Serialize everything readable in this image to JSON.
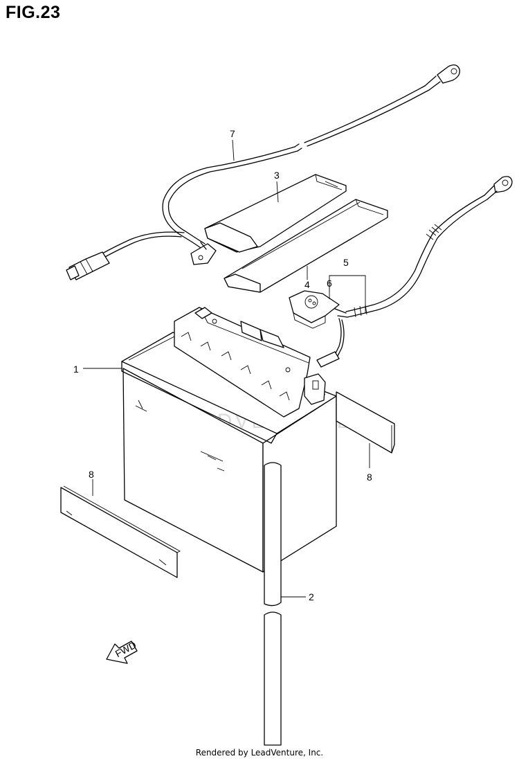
{
  "figure": {
    "title": "FIG.23"
  },
  "callouts": {
    "battery": "1",
    "tube": "2",
    "strap_upper": "3",
    "strap_lower": "4",
    "cable_assy": "5",
    "terminal_cover": "6",
    "lead_wire": "7",
    "spacer_left": "8",
    "spacer_right": "8"
  },
  "fwd_label": "FWD",
  "watermark": "LEADVENTURE",
  "footer": {
    "text": "Rendered by LeadVenture, Inc."
  }
}
